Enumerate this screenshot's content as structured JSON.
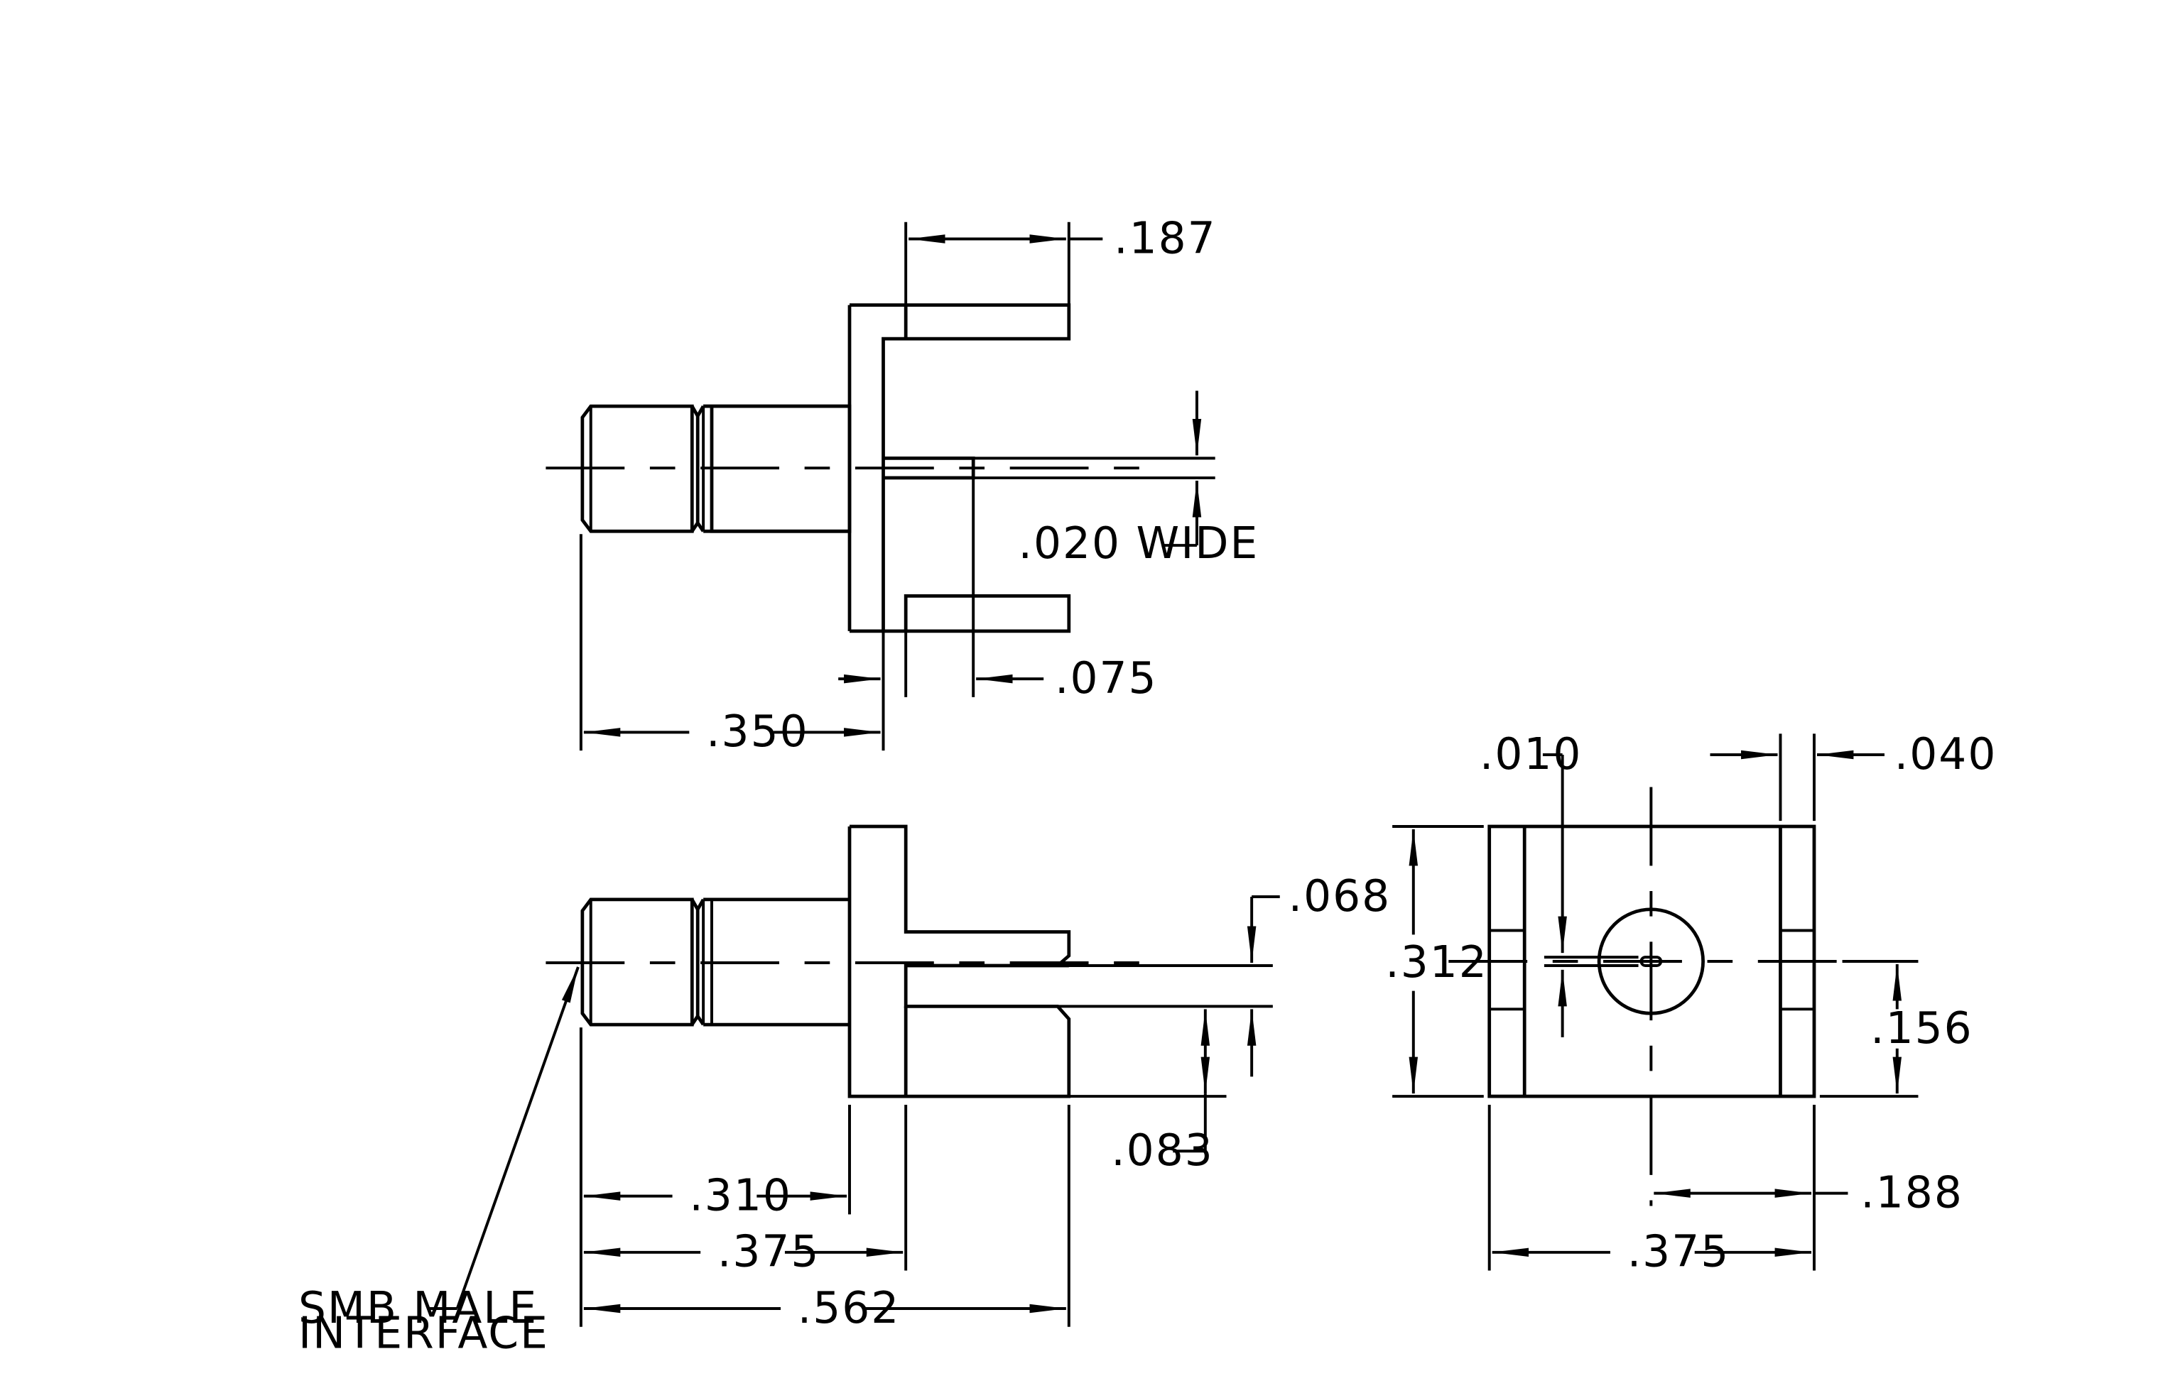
{
  "drawing": {
    "dimensions": {
      "d187": ".187",
      "d020_wide": ".020  WIDE",
      "d075": ".075",
      "d350": ".350",
      "d068": ".068",
      "d083": ".083",
      "d310": ".310",
      "d375_side": ".375",
      "d562": ".562",
      "d010": ".010",
      "d040": ".040",
      "d312": ".312",
      "d156": ".156",
      "d188": ".188",
      "d375_end": ".375"
    },
    "callout": {
      "line1": "SMB  MALE",
      "line2": "INTERFACE"
    }
  }
}
